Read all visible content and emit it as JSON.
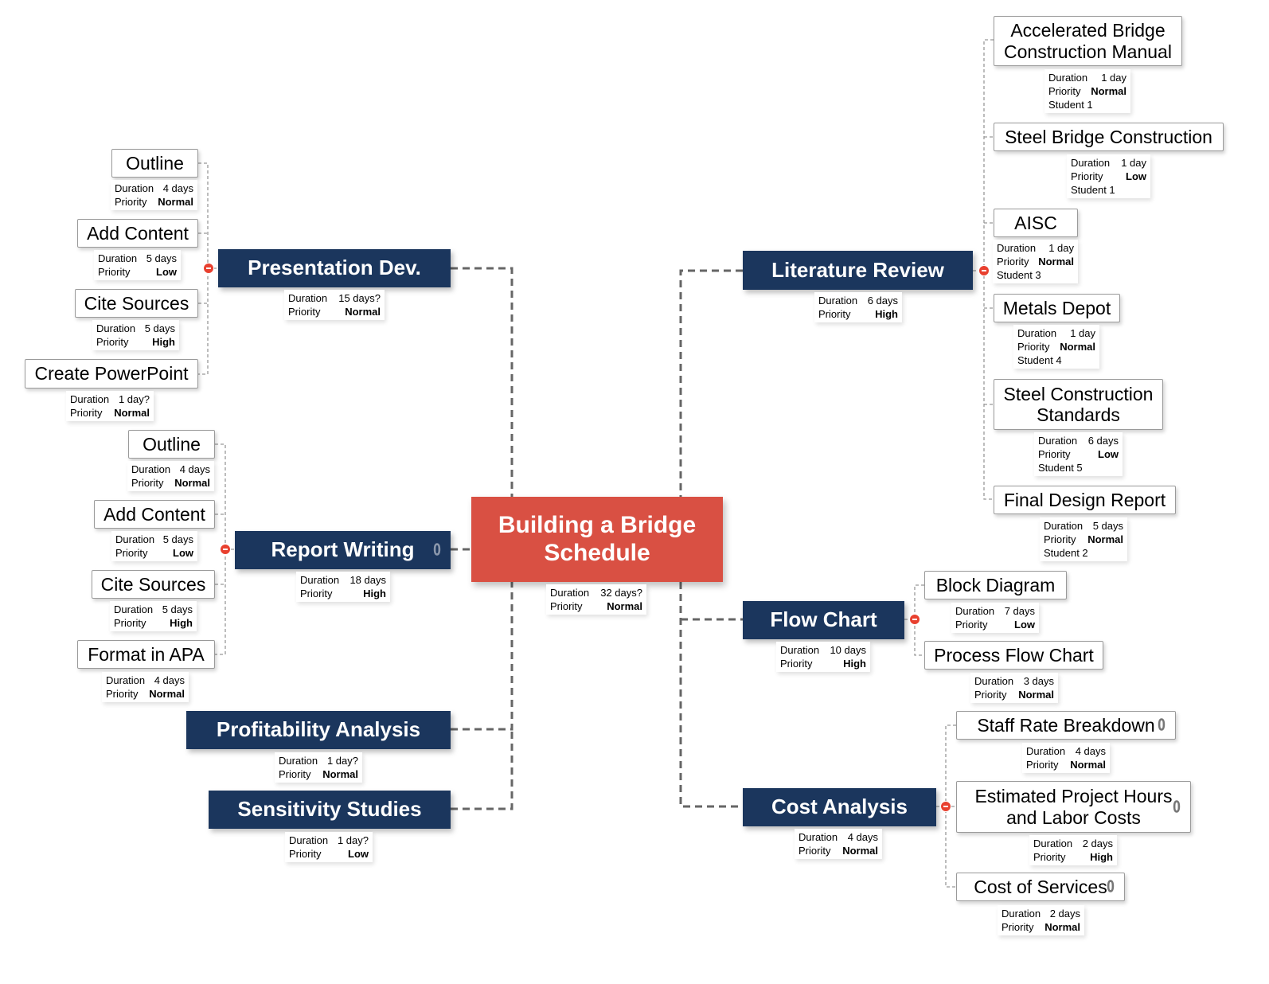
{
  "labels": {
    "duration": "Duration",
    "priority": "Priority"
  },
  "nodes": [
    {
      "id": "central",
      "title": "Building a Bridge\nSchedule",
      "duration": "32 days?",
      "priority": "Normal"
    },
    {
      "id": "presentation",
      "title": "Presentation Dev.",
      "duration": "15 days?",
      "priority": "Normal",
      "collapse": true
    },
    {
      "id": "report",
      "title": "Report Writing",
      "duration": "18 days",
      "priority": "High",
      "collapse": true,
      "attachment": true
    },
    {
      "id": "profit",
      "title": "Profitability Analysis",
      "duration": "1 day?",
      "priority": "Normal"
    },
    {
      "id": "sensitivity",
      "title": "Sensitivity Studies",
      "duration": "1 day?",
      "priority": "Low"
    },
    {
      "id": "literature",
      "title": "Literature Review",
      "duration": "6 days",
      "priority": "High",
      "collapse": true
    },
    {
      "id": "flow",
      "title": "Flow Chart",
      "duration": "10 days",
      "priority": "High",
      "collapse": true
    },
    {
      "id": "cost",
      "title": "Cost Analysis",
      "duration": "4 days",
      "priority": "Normal",
      "collapse": true
    },
    {
      "id": "p-outline",
      "title": "Outline",
      "duration": "4 days",
      "priority": "Normal"
    },
    {
      "id": "p-content",
      "title": "Add Content",
      "duration": "5 days",
      "priority": "Low"
    },
    {
      "id": "p-cite",
      "title": "Cite Sources",
      "duration": "5 days",
      "priority": "High"
    },
    {
      "id": "p-ppt",
      "title": "Create PowerPoint",
      "duration": "1 day?",
      "priority": "Normal"
    },
    {
      "id": "r-outline",
      "title": "Outline",
      "duration": "4 days",
      "priority": "Normal"
    },
    {
      "id": "r-content",
      "title": "Add Content",
      "duration": "5 days",
      "priority": "Low"
    },
    {
      "id": "r-cite",
      "title": "Cite Sources",
      "duration": "5 days",
      "priority": "High"
    },
    {
      "id": "r-apa",
      "title": "Format in APA",
      "duration": "4 days",
      "priority": "Normal"
    },
    {
      "id": "l-abc",
      "title": "Accelerated Bridge\nConstruction Manual",
      "duration": "1 day",
      "priority": "Normal",
      "student": "Student 1"
    },
    {
      "id": "l-steel",
      "title": "Steel Bridge Construction",
      "duration": "1 day",
      "priority": "Low",
      "student": "Student 1"
    },
    {
      "id": "l-aisc",
      "title": "AISC",
      "duration": "1 day",
      "priority": "Normal",
      "student": "Student 3"
    },
    {
      "id": "l-metals",
      "title": "Metals Depot",
      "duration": "1 day",
      "priority": "Normal",
      "student": "Student 4"
    },
    {
      "id": "l-standards",
      "title": "Steel Construction\nStandards",
      "duration": "6 days",
      "priority": "Low",
      "student": "Student 5"
    },
    {
      "id": "l-final",
      "title": "Final Design Report",
      "duration": "5 days",
      "priority": "Normal",
      "student": "Student 2"
    },
    {
      "id": "f-block",
      "title": "Block Diagram",
      "duration": "7 days",
      "priority": "Low"
    },
    {
      "id": "f-process",
      "title": "Process Flow Chart",
      "duration": "3 days",
      "priority": "Normal"
    },
    {
      "id": "c-staff",
      "title": "Staff Rate Breakdown",
      "duration": "4 days",
      "priority": "Normal",
      "attachment": true
    },
    {
      "id": "c-hours",
      "title": "Estimated Project Hours\nand Labor Costs",
      "duration": "2 days",
      "priority": "High",
      "attachment": true
    },
    {
      "id": "c-services",
      "title": "Cost of Services",
      "duration": "2 days",
      "priority": "Normal",
      "attachment": true
    }
  ]
}
